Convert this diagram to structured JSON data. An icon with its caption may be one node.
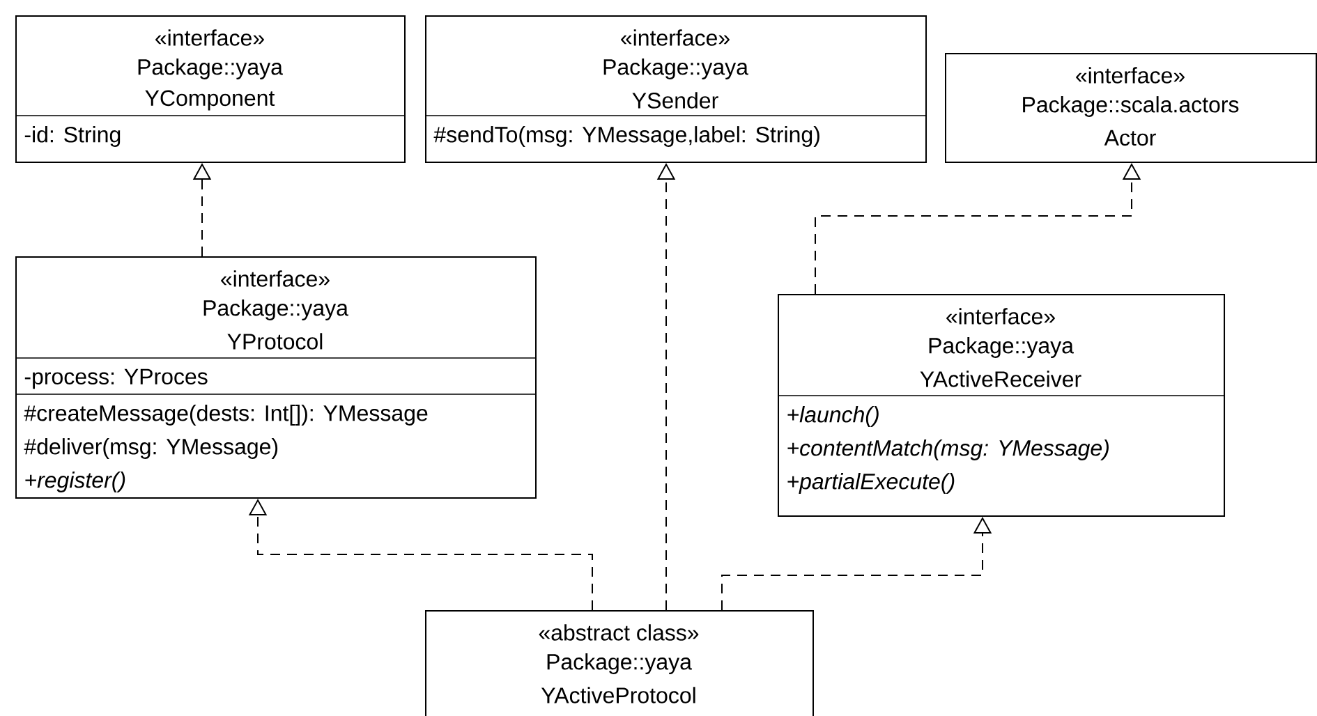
{
  "diagram": {
    "nodes": [
      {
        "text": [
          "«interface»",
          "Package::yaya",
          "YComponent",
          "-id: String"
        ]
      },
      {
        "text": [
          "«interface»",
          "Package::yaya",
          "YSender",
          "#sendTo(msg: YMessage,label: String)"
        ]
      },
      {
        "text": [
          "«interface»",
          "Package::scala.actors",
          "Actor"
        ]
      },
      {
        "text": [
          "«interface»",
          "Package::yaya",
          "YProtocol",
          "-process: YProces",
          "#createMessage(dests: Int[]): YMessage",
          "#deliver(msg: YMessage)",
          "+register()"
        ]
      },
      {
        "text": [
          "«interface»",
          "Package::yaya",
          "YActiveReceiver",
          "+launch()",
          "+contentMatch(msg: YMessage)",
          "+partialExecute()"
        ]
      },
      {
        "text": [
          "«abstract class»",
          "Package::yaya",
          "YActiveProtocol"
        ]
      }
    ],
    "edges": [
      {
        "from": 3,
        "to": 0,
        "arrow": "to",
        "style": "dashed"
      },
      {
        "from": 5,
        "to": 1,
        "arrow": "to",
        "style": "dashed"
      },
      {
        "from": 4,
        "to": 2,
        "arrow": "to",
        "style": "dashed"
      },
      {
        "from": 5,
        "to": 3,
        "arrow": "to",
        "style": "dashed"
      },
      {
        "from": 5,
        "to": 4,
        "arrow": "to",
        "style": "dashed"
      }
    ]
  }
}
